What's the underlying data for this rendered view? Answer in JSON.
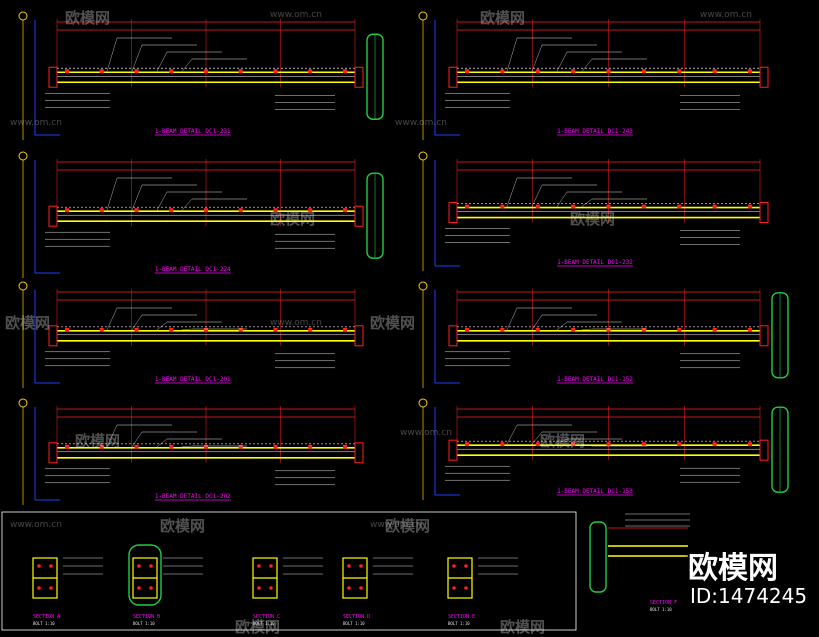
{
  "watermark": {
    "text": "欧模网",
    "url": "www.om.cn",
    "color": "#e6e6e6"
  },
  "brand": {
    "logo_text": "欧模网",
    "id_text": "ID:1474245"
  },
  "colors": {
    "background": "#000000",
    "beam": "#ffff00",
    "dimension": "#ff2020",
    "column": "#22cc44",
    "title": "#ff00ff",
    "frame": "#ffffff",
    "grid_line": "#2040ff",
    "annotation": "#e0e0e0"
  },
  "details": [
    {
      "label": "1-BEAM DETAIL DC1-231",
      "column": true
    },
    {
      "label": "1-BEAM DETAIL DC1-243",
      "column": false
    },
    {
      "label": "1-BEAM DETAIL DC1-224",
      "column": true
    },
    {
      "label": "1-BEAM DETAIL DC1-232",
      "column": false
    },
    {
      "label": "1-BEAM DETAIL DC1-201",
      "column": false
    },
    {
      "label": "1-BEAM DETAIL DC1-152",
      "column": true
    },
    {
      "label": "1-BEAM DETAIL DC1-202",
      "column": false
    },
    {
      "label": "1-BEAM DETAIL DC1-153",
      "column": true
    }
  ],
  "sections": [
    {
      "label": "SECTION A",
      "sub": "BOLT 1:10"
    },
    {
      "label": "SECTION B",
      "sub": "BOLT 1:10"
    },
    {
      "label": "SECTION C",
      "sub": "BOLT 1:10"
    },
    {
      "label": "SECTION D",
      "sub": "BOLT 1:10"
    },
    {
      "label": "SECTION E",
      "sub": "BOLT 1:10"
    }
  ],
  "corner_detail": {
    "label": "SECTION F",
    "sub": "BOLT 1:10"
  }
}
